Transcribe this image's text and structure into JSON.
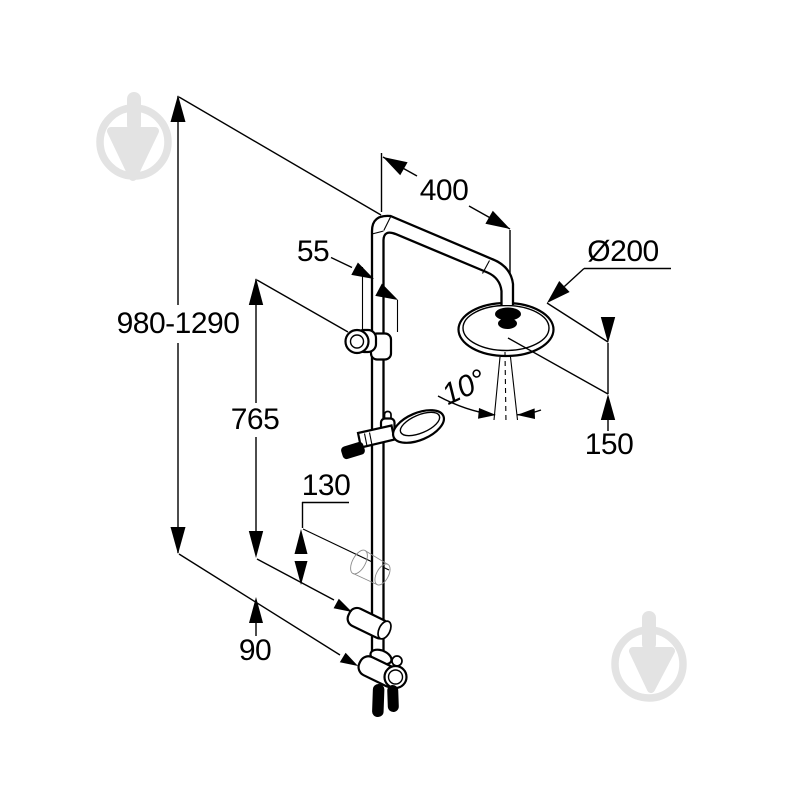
{
  "diagram": {
    "type": "technical-dimension-drawing",
    "subject": "shower-system",
    "dimensions": {
      "height_range": "980-1290",
      "arm_length": "400",
      "wall_offset": "55",
      "head_diameter": "Ø200",
      "rail_length": "765",
      "spray_angle": "10°",
      "head_drop": "150",
      "holder_travel": "130",
      "outlet_spacing": "90"
    }
  },
  "colors": {
    "line": "#000000",
    "background": "#ffffff",
    "watermark": "#e3e3e3",
    "ghost": "#8a8a8a"
  }
}
